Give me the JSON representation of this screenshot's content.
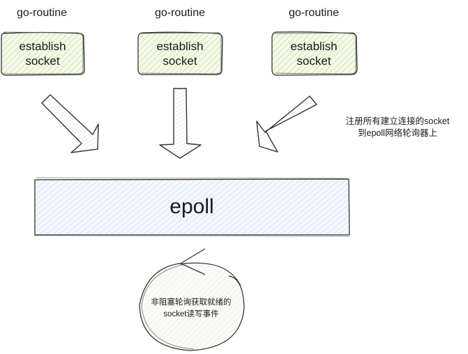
{
  "colors": {
    "stroke": "#333333",
    "socket_fill": "#d5e8b4",
    "epoll_fill": "#cfe2f6",
    "circle_fill": "#f0f0e8",
    "arrow_fill": "#e6e6e6"
  },
  "goroutines": [
    {
      "title": "go-routine",
      "line1": "establish",
      "line2": "socket"
    },
    {
      "title": "go-routine",
      "line1": "establish",
      "line2": "socket"
    },
    {
      "title": "go-routine",
      "line1": "establish",
      "line2": "socket"
    }
  ],
  "note": {
    "line1": "注册所有建立连接的socket",
    "line2": "到epoll网络轮询器上"
  },
  "epoll": {
    "label": "epoll"
  },
  "loop": {
    "line1": "非阻塞轮询获取就绪的",
    "line2": "socket读写事件"
  }
}
